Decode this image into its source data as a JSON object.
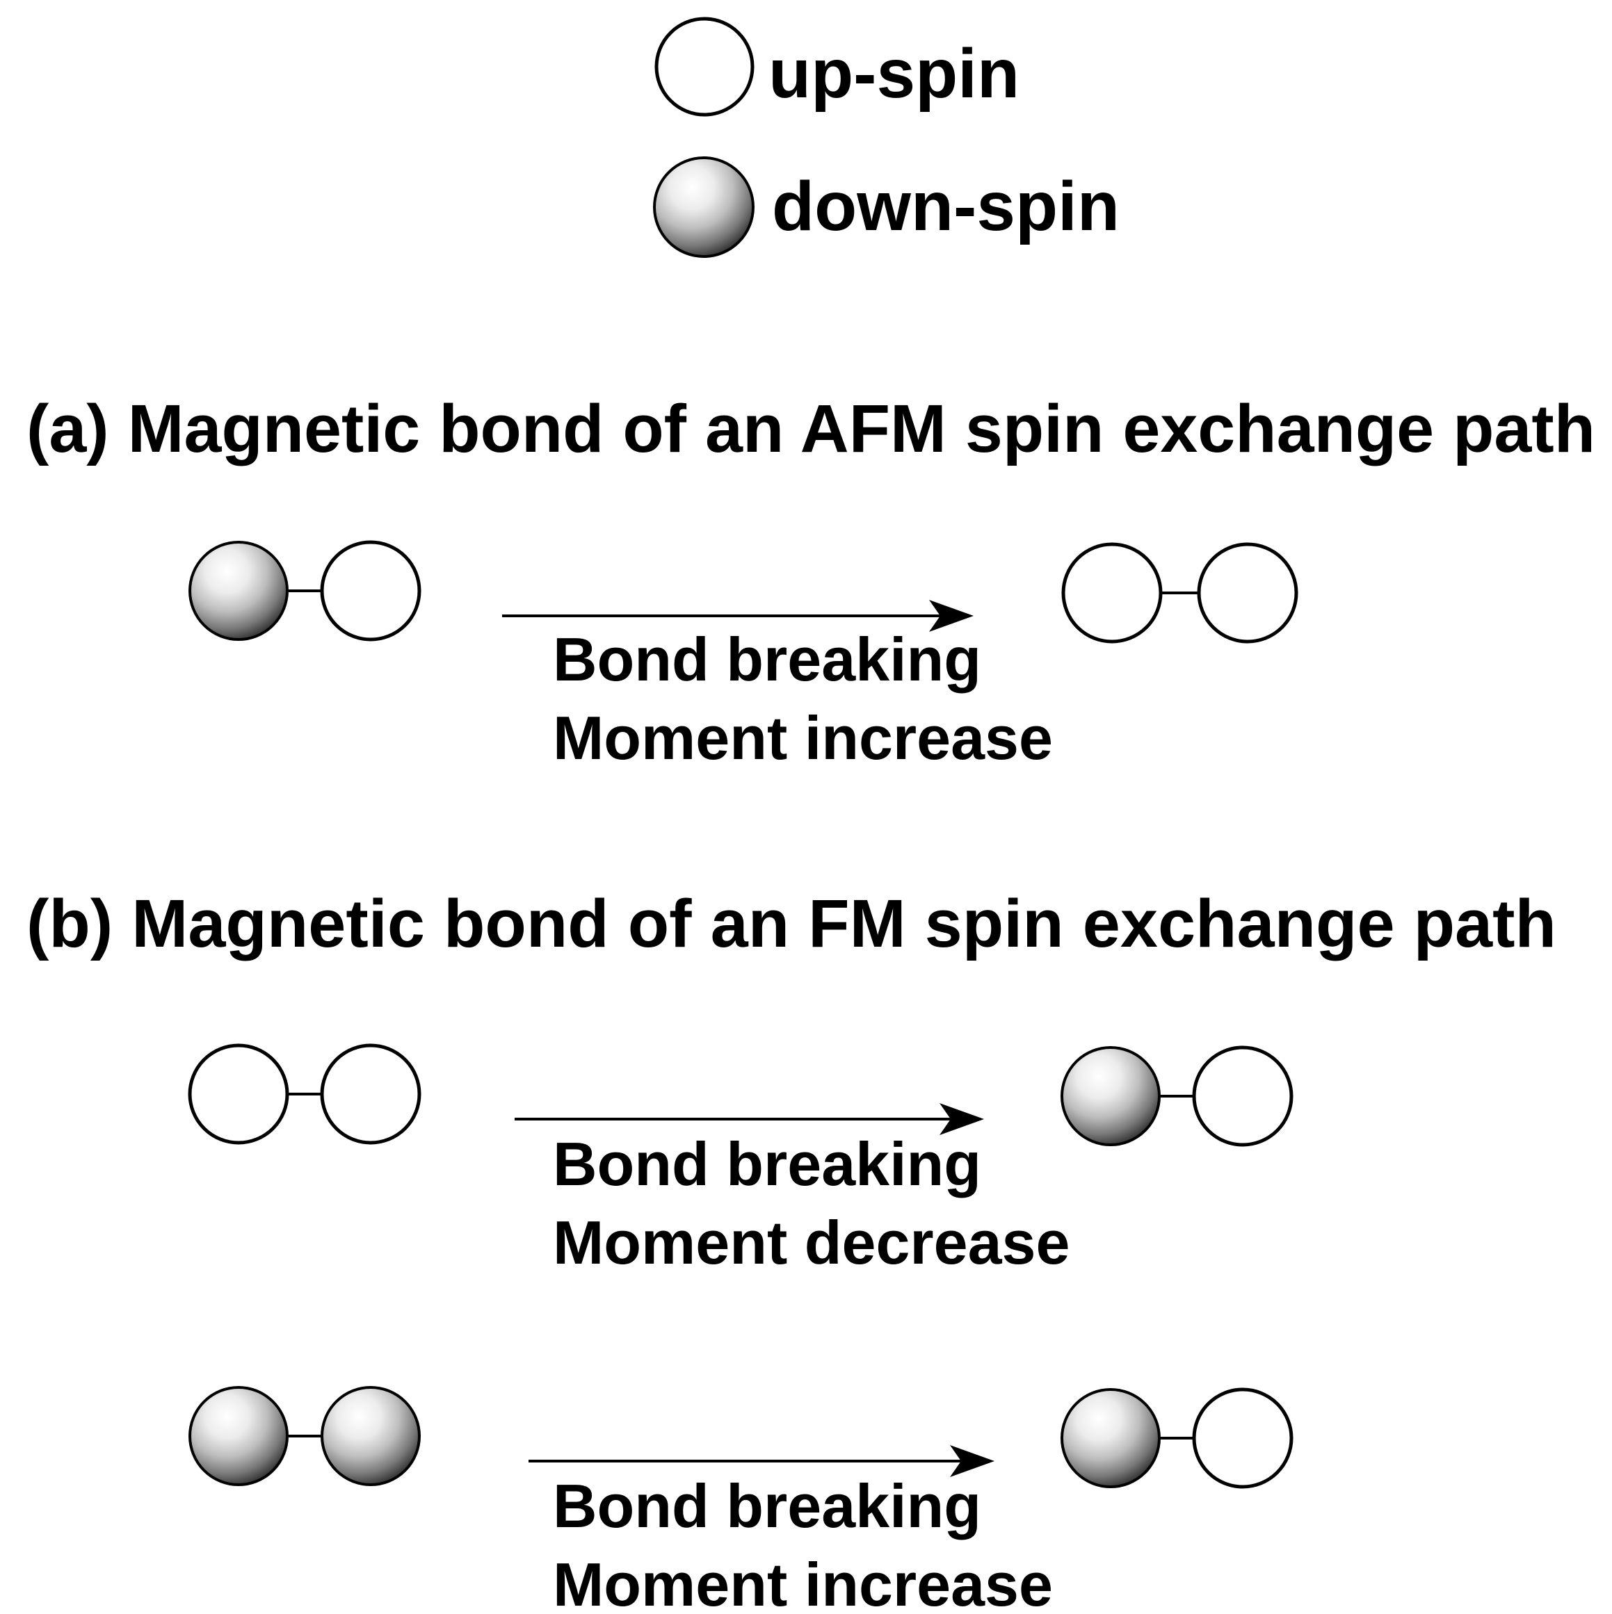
{
  "figure": {
    "legend": {
      "items": [
        {
          "spin": "up",
          "label": "up-spin"
        },
        {
          "spin": "down",
          "label": "down-spin"
        }
      ]
    },
    "sections": [
      {
        "label": "a",
        "title": "(a) Magnetic bond of an AFM spin exchange path",
        "reactions": [
          {
            "reactants": [
              "down",
              "up"
            ],
            "products": [
              "up",
              "up"
            ],
            "labels": [
              "Bond breaking",
              "Moment increase"
            ]
          }
        ]
      },
      {
        "label": "b",
        "title": "(b) Magnetic bond of an FM spin exchange path",
        "reactions": [
          {
            "reactants": [
              "up",
              "up"
            ],
            "products": [
              "down",
              "up"
            ],
            "labels": [
              "Bond breaking",
              "Moment decrease"
            ]
          },
          {
            "reactants": [
              "down",
              "down"
            ],
            "products": [
              "down",
              "up"
            ],
            "labels": [
              "Bond breaking",
              "Moment increase"
            ]
          }
        ]
      }
    ],
    "colors": {
      "background": "#ffffff",
      "stroke": "#000000",
      "text": "#000000",
      "sphere_highlight": "#ffffff",
      "sphere_dark": "#111111"
    }
  }
}
